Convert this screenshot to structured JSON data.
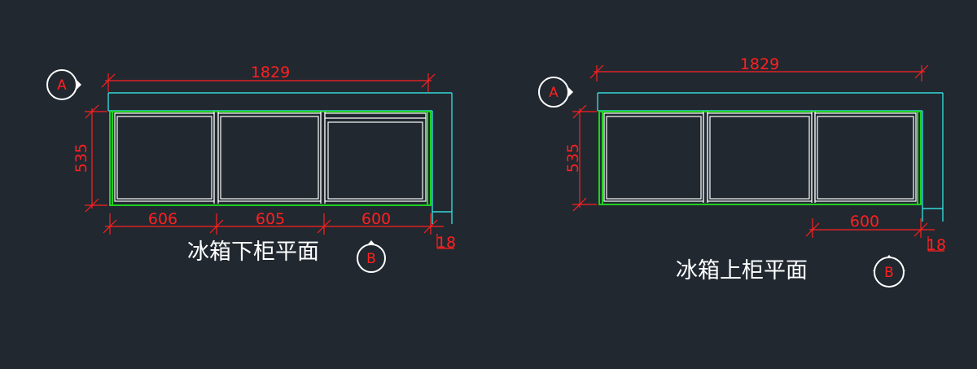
{
  "drawings": [
    {
      "title": "冰箱下柜平面",
      "section_a": "A",
      "section_b": "B",
      "overall_width": "1829",
      "depth": "535",
      "bottom_dims": [
        "606",
        "605",
        "600"
      ],
      "end_dim": "18"
    },
    {
      "title": "冰箱上柜平面",
      "section_a": "A",
      "section_b": "B",
      "overall_width": "1829",
      "depth": "535",
      "bottom_dims": [
        "600"
      ],
      "end_dim": "18"
    }
  ],
  "colors": {
    "background": "#212830",
    "dimension": "#ff2020",
    "outline": "#34d8d8",
    "cabinet": "#20d020",
    "door": "#ffffff"
  }
}
